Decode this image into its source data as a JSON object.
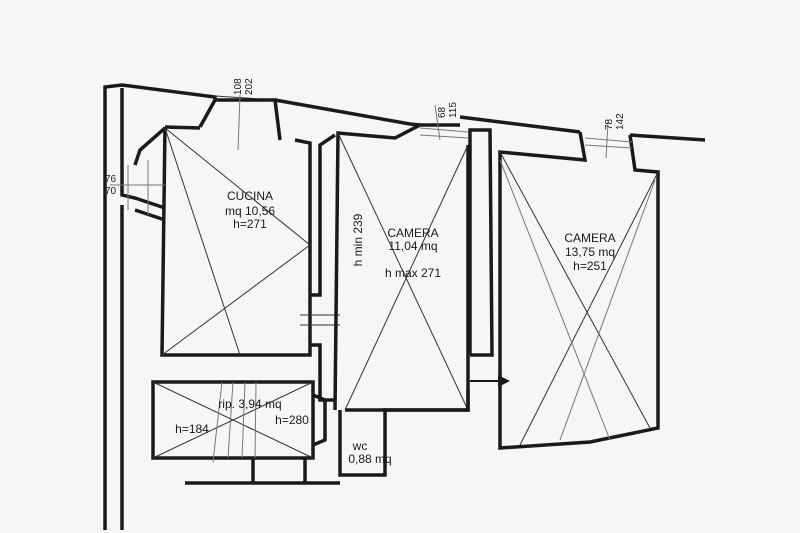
{
  "rooms": {
    "cucina": {
      "name": "CUCINA",
      "area": "mq 10,56",
      "height": "h=271"
    },
    "camera1": {
      "name": "CAMERA",
      "area": "11,04 mq",
      "h_min": "h min 239",
      "h_max": "h max 271"
    },
    "camera2": {
      "name": "CAMERA",
      "area": "13,75 mq",
      "height": "h=251"
    },
    "ripostiglio": {
      "area": "rip. 3,94 mq",
      "h_low": "h=184",
      "h_high": "h=280"
    },
    "wc": {
      "name": "wc",
      "area": "0,88 mq"
    }
  },
  "windows": {
    "w1": {
      "a": "108",
      "b": "202"
    },
    "w2": {
      "a": "68",
      "b": "115"
    },
    "w3": {
      "a": "78",
      "b": "142"
    },
    "w4": {
      "a": "76",
      "b": "70"
    }
  },
  "colors": {
    "ink": "#1a1a1a",
    "paper": "#f6f6f6"
  }
}
